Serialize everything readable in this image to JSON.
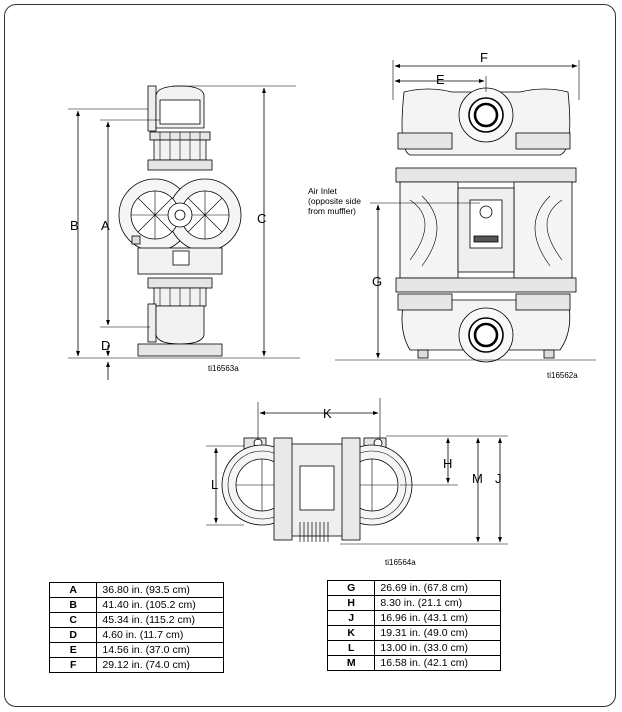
{
  "figures": {
    "front": {
      "caption": "ti16563a"
    },
    "side": {
      "caption": "ti16562a",
      "note_lines": [
        "Air Inlet",
        "(opposite side",
        "from muffler)"
      ]
    },
    "top": {
      "caption": "ti16564a"
    }
  },
  "dimension_labels": {
    "A": "A",
    "B": "B",
    "C": "C",
    "D": "D",
    "E": "E",
    "F": "F",
    "G": "G",
    "H": "H",
    "J": "J",
    "K": "K",
    "L": "L",
    "M": "M"
  },
  "table_left": [
    {
      "key": "A",
      "value": "36.80 in. (93.5 cm)"
    },
    {
      "key": "B",
      "value": "41.40 in. (105.2 cm)"
    },
    {
      "key": "C",
      "value": "45.34 in. (115.2 cm)"
    },
    {
      "key": "D",
      "value": "4.60 in. (11.7 cm)"
    },
    {
      "key": "E",
      "value": "14.56 in. (37.0 cm)"
    },
    {
      "key": "F",
      "value": "29.12 in. (74.0 cm)"
    }
  ],
  "table_right": [
    {
      "key": "G",
      "value": "26.69 in. (67.8 cm)"
    },
    {
      "key": "H",
      "value": "8.30 in. (21.1 cm)"
    },
    {
      "key": "J",
      "value": "16.96 in. (43.1 cm)"
    },
    {
      "key": "K",
      "value": "19.31 in. (49.0 cm)"
    },
    {
      "key": "L",
      "value": "13.00 in. (33.0 cm)"
    },
    {
      "key": "M",
      "value": "16.58 in. (42.1 cm)"
    }
  ]
}
